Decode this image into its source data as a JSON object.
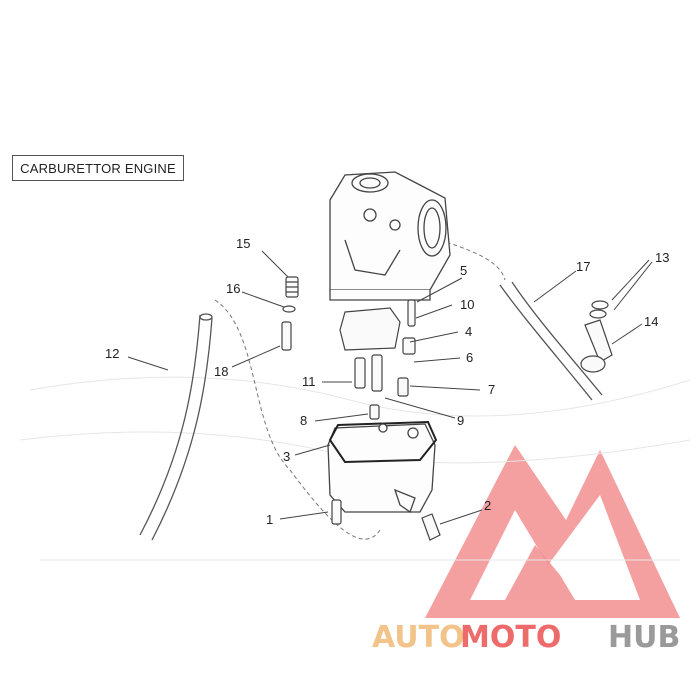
{
  "diagram_title": "CARBURETTOR ENGINE",
  "callouts": [
    "1",
    "2",
    "3",
    "4",
    "5",
    "6",
    "7",
    "8",
    "9",
    "10",
    "11",
    "12",
    "13",
    "14",
    "15",
    "16",
    "17",
    "18"
  ],
  "watermark": {
    "part1": "AUTO",
    "part2": "MOTO",
    "part3": "HUB",
    "color_auto": "#f2c48a",
    "color_moto": "#ee6b6b",
    "color_hub": "#9a9a9a",
    "logo_color": "#f07b7b"
  }
}
